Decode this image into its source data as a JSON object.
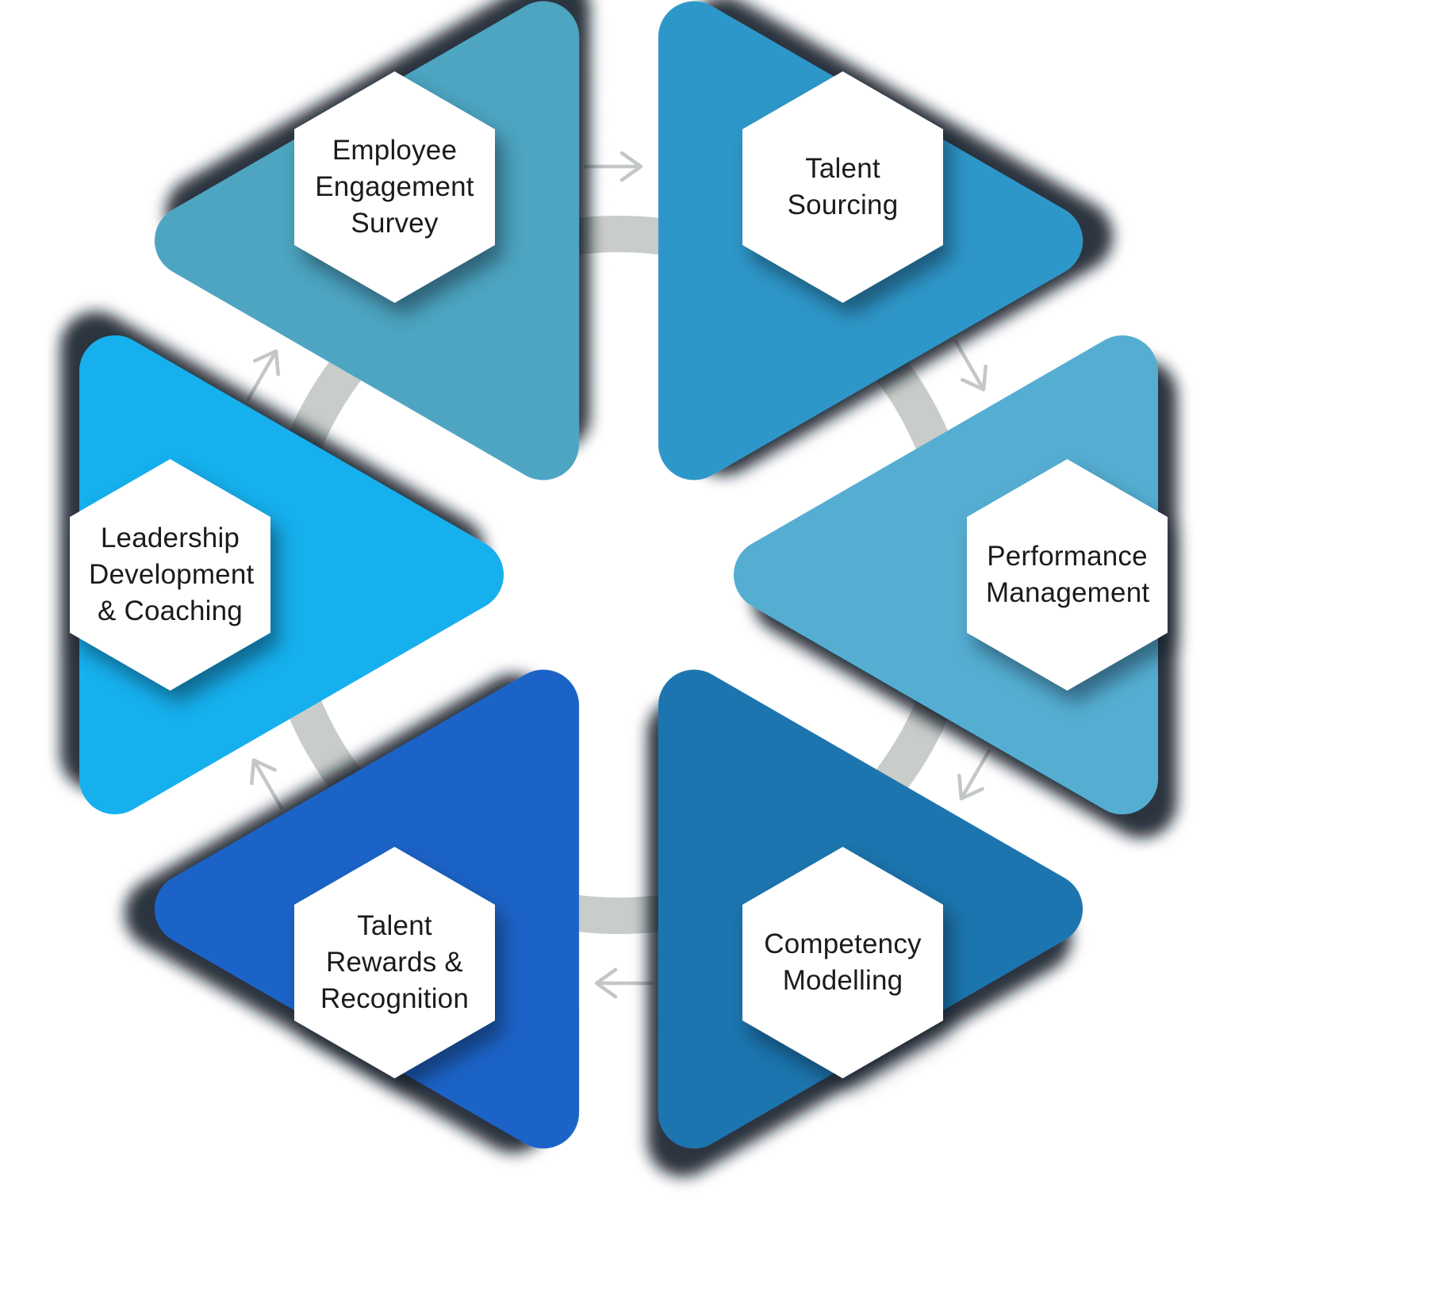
{
  "diagram": {
    "type": "cycle-diagram",
    "flow_direction": "clockwise",
    "ring_color": "#C9CDC9",
    "arrow_color": "#C3C7C5",
    "shadow_color": "#0C1624",
    "badge_color": "#FFFFFF",
    "text_color": "#1B1B1B",
    "segments": [
      {
        "id": "employee-engagement-survey",
        "label": "Employee Engagement Survey",
        "color": "#4EA5C1"
      },
      {
        "id": "talent-sourcing",
        "label": "Talent Sourcing",
        "color": "#2E97C9"
      },
      {
        "id": "performance-management",
        "label": "Performance Management",
        "color": "#54AED2"
      },
      {
        "id": "competency-modelling",
        "label": "Competency Modelling",
        "color": "#1B74AE"
      },
      {
        "id": "talent-rewards-recognition",
        "label": "Talent Rewards & Recognition",
        "color": "#1A63C7"
      },
      {
        "id": "leadership-development-coaching",
        "label": "Leadership Development & Coaching",
        "color": "#17B0EE"
      }
    ]
  }
}
